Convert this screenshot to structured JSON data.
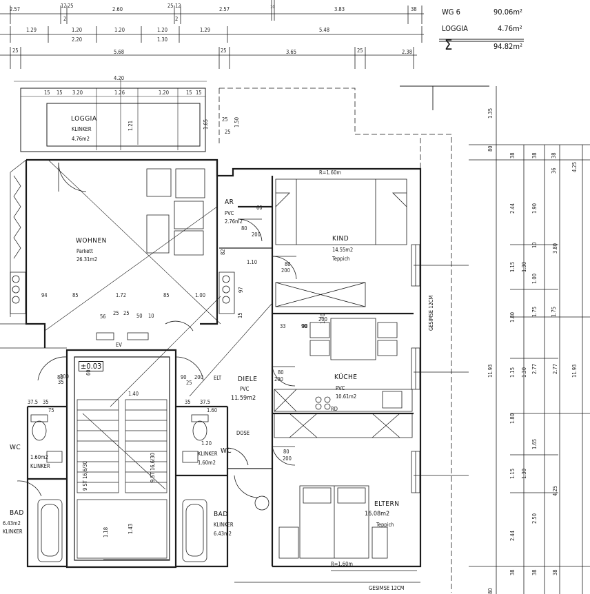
{
  "summary": {
    "unit_label": "WG 6",
    "unit_area": "90.06m²",
    "loggia_label": "LOGGIA",
    "loggia_area": "4.76m²",
    "sum_symbol": "Σ",
    "total_area": "94.82m²"
  },
  "rooms": {
    "loggia": {
      "name": "LOGGIA",
      "floor": "KLINKER",
      "area": "4.76m2"
    },
    "wohnen": {
      "name": "WOHNEN",
      "floor": "Parkett",
      "area": "26.31m2"
    },
    "ar": {
      "name": "AR",
      "floor": "PVC",
      "area": "2.76m2"
    },
    "kind": {
      "name": "KIND",
      "area": "14.55m2",
      "floor": "Teppich"
    },
    "diele": {
      "name": "DIELE",
      "floor": "PVC",
      "area": "11.59m2"
    },
    "kueche": {
      "name": "KÜCHE",
      "floor": "PVC",
      "area": "10.61m2"
    },
    "wc_left": {
      "name": "WC",
      "area": "1.60m2",
      "floor": "KLINKER"
    },
    "wc_right": {
      "name": "WC",
      "floor": "KLINKER",
      "area": "1.60m2"
    },
    "bad_left": {
      "name": "BAD",
      "area": "6.43m2",
      "floor": "KLINKER"
    },
    "bad_right": {
      "name": "BAD",
      "floor": "KLINKER",
      "area": "6.43m2"
    },
    "eltern": {
      "name": "ELTERN",
      "area": "16.08m2",
      "floor": "Teppich"
    }
  },
  "annotations": {
    "level": "±0.03",
    "gesimse_right": "GESIMSE 12CM",
    "gesimse_bottom": "GESIMSE 12CM",
    "stair_left": "9 ST 16,6/30",
    "stair_right": "9 ST 16,6/30",
    "dose": "DOSE",
    "ev": "EV",
    "rd": "RD",
    "elec": "ELT"
  },
  "dims_top_row1": [
    "2.57",
    "12",
    "25",
    "2.60",
    "25",
    "12",
    "2.57",
    "10",
    "3.83",
    "38"
  ],
  "dims_top_row1_sub": [
    "2",
    "2"
  ],
  "dims_top_row2": [
    "1.29",
    "1.20",
    "1.20",
    "1.20",
    "1.29",
    "5.48"
  ],
  "dims_top_row2_sub": [
    "2.20",
    "1.30"
  ],
  "dims_top_row3": [
    "25",
    "5.68",
    "25",
    "3.65",
    "25",
    "2.38"
  ],
  "dims_loggia": [
    "4.20",
    "15",
    "15",
    "3.20",
    "1.26",
    "1.20",
    "15",
    "15",
    "1.21",
    "25",
    "1.50",
    "1.65",
    "25"
  ],
  "dims_right_col1": [
    "1.35",
    "80",
    "38",
    "2.44",
    "1.15",
    "1.80",
    "1.15",
    "1.80",
    "1.15",
    "2.50",
    "2.44",
    "38",
    "80"
  ],
  "dims_right_col2": [
    "38",
    "1.90",
    "10",
    "1.30",
    "1.00",
    "1.75",
    "1.30",
    "2.77",
    "1.65",
    "1.30",
    "4.25",
    "38"
  ],
  "dims_right_col3": [
    "38",
    "36",
    "3.80",
    "1.75",
    "2.77",
    "4.25",
    "38"
  ],
  "dims_right_total": [
    "11.93",
    "11.93"
  ],
  "dims_inner": [
    "1.10",
    "80",
    "200",
    "80",
    "200",
    "90",
    "200",
    "33",
    "90",
    "1.70",
    "94",
    "85",
    "1.72",
    "85",
    "1.00",
    "56",
    "25",
    "25",
    "50",
    "10",
    "82",
    "97",
    "15",
    "60",
    "80",
    "200",
    "R=1.60m",
    "R=1.60m",
    "1.40",
    "1.18",
    "1.43",
    "37.5",
    "35",
    "75",
    "35",
    "37.5",
    "1.60",
    "1.20",
    "60",
    "80",
    "200",
    "35",
    "25",
    "90",
    "200",
    "80",
    "200"
  ]
}
